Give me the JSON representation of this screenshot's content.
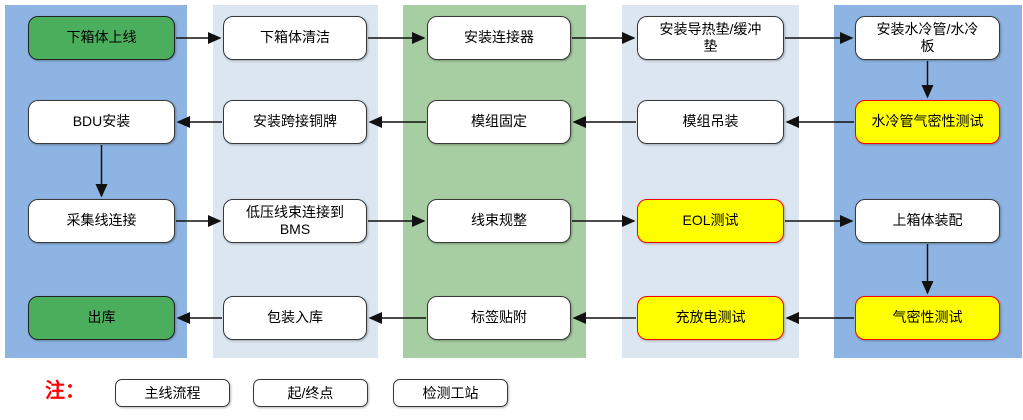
{
  "colors": {
    "lane_blue": "#8DB4E2",
    "lane_light": "#DCE6F1",
    "lane_green": "#A7CEA2",
    "terminal_green": "#4BAE5C",
    "test_yellow": "#FFFF00",
    "test_border_red": "#FF0000",
    "note_red": "#FF0000"
  },
  "nodes": {
    "r1c1": {
      "label": "下箱体上线",
      "type": "terminal"
    },
    "r1c2": {
      "label": "下箱体清洁",
      "type": "process"
    },
    "r1c3": {
      "label": "安装连接器",
      "type": "process"
    },
    "r1c4": {
      "label": "安装导热垫/缓冲\n垫",
      "type": "process"
    },
    "r1c5": {
      "label": "安装水冷管/水冷\n板",
      "type": "process"
    },
    "r2c1": {
      "label": "BDU安装",
      "type": "process"
    },
    "r2c2": {
      "label": "安装跨接铜牌",
      "type": "process"
    },
    "r2c3": {
      "label": "模组固定",
      "type": "process"
    },
    "r2c4": {
      "label": "模组吊装",
      "type": "process"
    },
    "r2c5": {
      "label": "水冷管气密性测试",
      "type": "test"
    },
    "r3c1": {
      "label": "采集线连接",
      "type": "process"
    },
    "r3c2": {
      "label": "低压线束连接到\nBMS",
      "type": "process"
    },
    "r3c3": {
      "label": "线束规整",
      "type": "process"
    },
    "r3c4": {
      "label": "EOL测试",
      "type": "test"
    },
    "r3c5": {
      "label": "上箱体装配",
      "type": "process"
    },
    "r4c1": {
      "label": "出库",
      "type": "terminal"
    },
    "r4c2": {
      "label": "包装入库",
      "type": "process"
    },
    "r4c3": {
      "label": "标签贴附",
      "type": "process"
    },
    "r4c4": {
      "label": "充放电测试",
      "type": "test"
    },
    "r4c5": {
      "label": "气密性测试",
      "type": "test"
    }
  },
  "edges": [
    [
      "r1c1",
      "r1c2"
    ],
    [
      "r1c2",
      "r1c3"
    ],
    [
      "r1c3",
      "r1c4"
    ],
    [
      "r1c4",
      "r1c5"
    ],
    [
      "r1c5",
      "r2c5"
    ],
    [
      "r2c5",
      "r2c4"
    ],
    [
      "r2c4",
      "r2c3"
    ],
    [
      "r2c3",
      "r2c2"
    ],
    [
      "r2c2",
      "r2c1"
    ],
    [
      "r2c1",
      "r3c1"
    ],
    [
      "r3c1",
      "r3c2"
    ],
    [
      "r3c2",
      "r3c3"
    ],
    [
      "r3c3",
      "r3c4"
    ],
    [
      "r3c4",
      "r3c5"
    ],
    [
      "r3c5",
      "r4c5"
    ],
    [
      "r4c5",
      "r4c4"
    ],
    [
      "r4c4",
      "r4c3"
    ],
    [
      "r4c3",
      "r4c2"
    ],
    [
      "r4c2",
      "r4c1"
    ]
  ],
  "legend": {
    "note": "注：",
    "items": [
      {
        "label": "主线流程",
        "type": "process"
      },
      {
        "label": "起/终点",
        "type": "terminal"
      },
      {
        "label": "检测工站",
        "type": "test"
      }
    ]
  }
}
